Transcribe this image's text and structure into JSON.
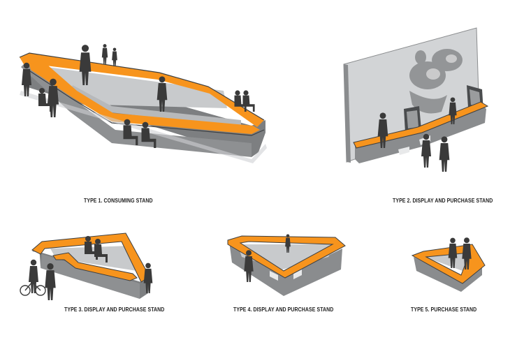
{
  "captions": {
    "type1": "TYPE 1. CONSUMING STAND",
    "type2": "TYPE 2.  DISPLAY AND PURCHASE STAND",
    "type3": "TYPE 3. DISPLAY AND PURCHASE STAND",
    "type4": "TYPE 4.  DISPLAY AND PURCHASE STAND",
    "type5": "TYPE 5. PURCHASE STAND"
  },
  "colors": {
    "accent_orange": "#f7941d",
    "stand_gray": "#8a8c8e",
    "stand_dark": "#5d5f61",
    "inner_light": "#c9cbcd",
    "silhouette": "#3a3a3a",
    "wall": "#d2d4d6"
  }
}
